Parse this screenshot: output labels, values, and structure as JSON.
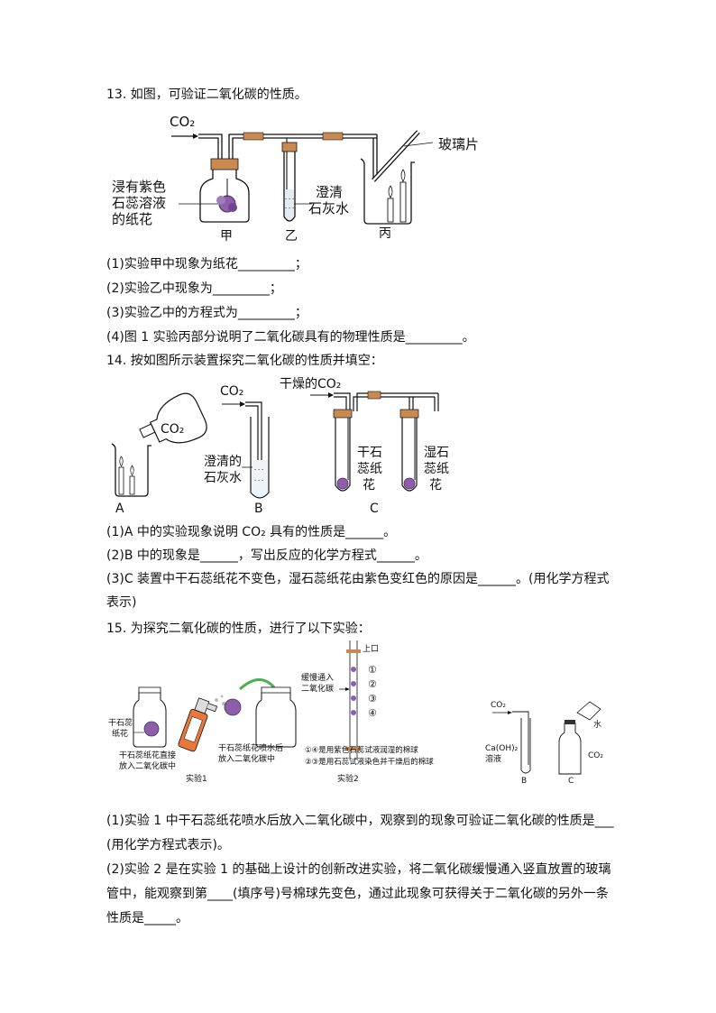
{
  "q13": {
    "title": "13.  如图，可验证二氧化碳的性质。",
    "fig": {
      "co2": "CO₂",
      "glass_label": "玻璃片",
      "flower_label_1": "浸有紫色",
      "flower_label_2": "石蕊溶液",
      "flower_label_3": "的纸花",
      "lime_label_1": "澄清",
      "lime_label_2": "石灰水",
      "cap_jia": "甲",
      "cap_yi": "乙",
      "cap_bing": "丙"
    },
    "items": [
      "(1)实验甲中现象为纸花_________；",
      "(2)实验乙中现象为_________；",
      "(3)实验乙中的方程式为_________；",
      "(4)图 1 实验丙部分说明了二氧化碳具有的物理性质是_________。"
    ]
  },
  "q14": {
    "title": "14.  按如图所示装置探究二氧化碳的性质并填空：",
    "fig": {
      "co2_bottle": "CO₂",
      "co2_b": "CO₂",
      "dry_co2": "干燥的CO₂",
      "lime_1": "澄清的",
      "lime_2": "石灰水",
      "dry_1": "干石",
      "dry_2": "蕊纸",
      "dry_3": "花",
      "wet_1": "湿石",
      "wet_2": "蕊纸",
      "wet_3": "花",
      "cap_a": "A",
      "cap_b": "B",
      "cap_c": "C"
    },
    "items": [
      "(1)A 中的实验现象说明 CO₂ 具有的性质是______。",
      "(2)B 中的现象是______，写出反应的化学方程式______。",
      "(3)C 装置中干石蕊纸花不变色，湿石蕊纸花由紫色变红色的原因是______。(用化学方程式",
      "表示)"
    ]
  },
  "q15": {
    "title": "15.  为探究二氧化碳的性质，进行了以下实验：",
    "fig": {
      "top_port": "上口",
      "slow_1": "缓慢通入",
      "slow_2": "二氧化碳",
      "b1": "①",
      "b2": "②",
      "b3": "③",
      "b4": "④",
      "dry_flower_1": "干石蕊",
      "dry_flower_2": "纸花",
      "put_1": "干石蕊纸花直接",
      "put_2": "放入二氧化碳中",
      "spray_1": "干石蕊纸花喷水后",
      "spray_2": "放入二氧化碳中",
      "exp1": "实验1",
      "note_1": "①④是用紫色石蕊试液润湿的棉球",
      "note_2": "②③是用石蕊试液染色并干燥后的棉球",
      "exp2": "实验2",
      "co2": "CO₂",
      "caoh_1": "Ca(OH)₂",
      "caoh_2": "溶液",
      "water": "水",
      "co2_c": "CO₂",
      "cap_b": "B",
      "cap_c": "C"
    },
    "items": [
      "(1)实验 1 中干石蕊纸花喷水后放入二氧化碳中，观察到的现象可验证二氧化碳的性质是___",
      "(用化学方程式表示)。",
      "(2)实验 2 是在实验 1 的基础上设计的创新改进实验，将二氧化碳缓慢通入竖直放置的玻璃",
      "管中，能观察到第____(填序号)号棉球先变色，通过此现象可获得关于二氧化碳的另外一条",
      "性质是_____。"
    ]
  }
}
